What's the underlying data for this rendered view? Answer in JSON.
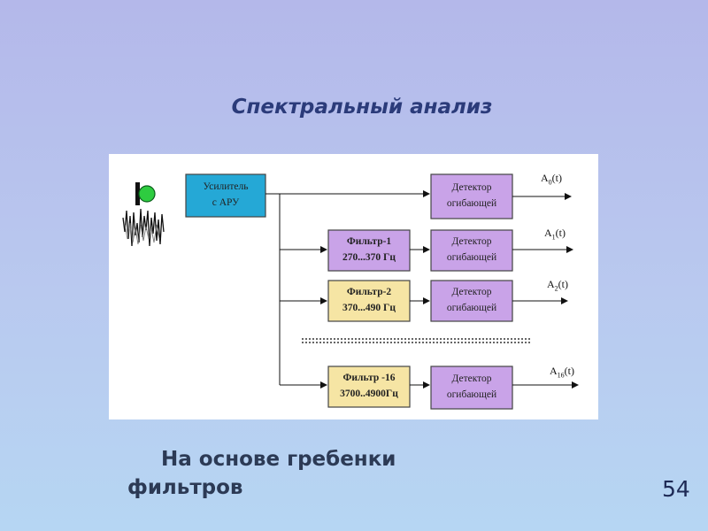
{
  "slide": {
    "title": "Спектральный анализ",
    "caption_line1": "На основе гребенки",
    "caption_line2": "фильтров",
    "page_number": "54"
  },
  "diagram": {
    "amplifier": {
      "line1": "Усилитель",
      "line2": "с АРУ",
      "color": "#25a8d6"
    },
    "filters": [
      {
        "line1": "Фильтр-1",
        "line2": "270...370 Гц",
        "color": "#c9a3e8"
      },
      {
        "line1": "Фильтр-2",
        "line2": "370...490 Гц",
        "color": "#f6e5a4"
      },
      {
        "line1": "Фильтр -16",
        "line2": "3700..4900Гц",
        "color": "#f6e5a4"
      }
    ],
    "detectors": [
      {
        "line1": "Детектор",
        "line2": "огибающей"
      },
      {
        "line1": "Детектор",
        "line2": "огибающей"
      },
      {
        "line1": "Детектор",
        "line2": "огибающей"
      },
      {
        "line1": "Детектор",
        "line2": "огибающей"
      }
    ],
    "detector_color": "#c9a3e8",
    "outputs": [
      {
        "base": "A",
        "sub": "0",
        "arg": "(t)"
      },
      {
        "base": "A",
        "sub": "1",
        "arg": "(t)"
      },
      {
        "base": "A",
        "sub": "2",
        "arg": "(t)"
      },
      {
        "base": "A",
        "sub": "16",
        "arg": "(t)"
      }
    ],
    "microphone_color": "#2ecc40"
  }
}
